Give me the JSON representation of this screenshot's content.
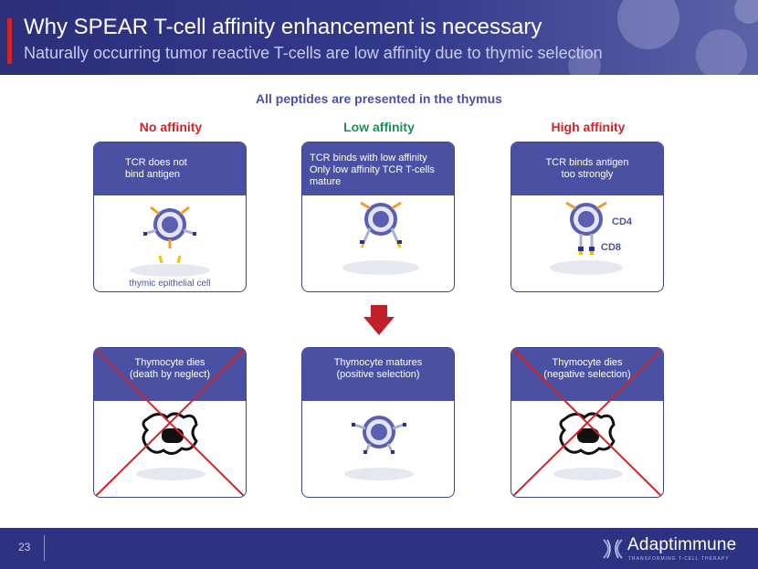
{
  "header": {
    "title": "Why SPEAR T-cell affinity enhancement is necessary",
    "subtitle": "Naturally occurring tumor reactive T-cells are low affinity due to thymic selection"
  },
  "main": {
    "peptides_heading": "All peptides are presented in the thymus",
    "columns": [
      {
        "label": "No affinity",
        "color": "#d2232a"
      },
      {
        "label": "Low affinity",
        "color": "#1a8f5a"
      },
      {
        "label": "High affinity",
        "color": "#d2232a"
      }
    ],
    "top_cards": [
      {
        "lines": [
          "TCR does not",
          "bind antigen"
        ],
        "annotation": "thymic epithelial cell"
      },
      {
        "lines": [
          "TCR binds with low affinity",
          "Only low affinity TCR T-cells",
          "mature"
        ]
      },
      {
        "lines": [
          "TCR binds antigen",
          "too strongly"
        ],
        "cd4": "CD4",
        "cd8": "CD8"
      }
    ],
    "bottom_cards": [
      {
        "line1": "Thymocyte dies",
        "line2": "(death by neglect)"
      },
      {
        "line1": "Thymocyte matures",
        "line2": "(positive selection)"
      },
      {
        "line1": "Thymocyte dies",
        "line2": "(negative selection)"
      }
    ],
    "colors": {
      "accent_blue": "#4a51a3",
      "cross_red": "#d2232a",
      "arrow_red": "#c0202a",
      "tcr_orange": "#f29a2e",
      "antigen_yellow": "#f2c200",
      "cell_purple": "#5a5fb0"
    }
  },
  "footer": {
    "page_number": "23",
    "logo_text": "Adaptimmune",
    "tagline": "TRANSFORMING T-CELL THERAPY"
  }
}
